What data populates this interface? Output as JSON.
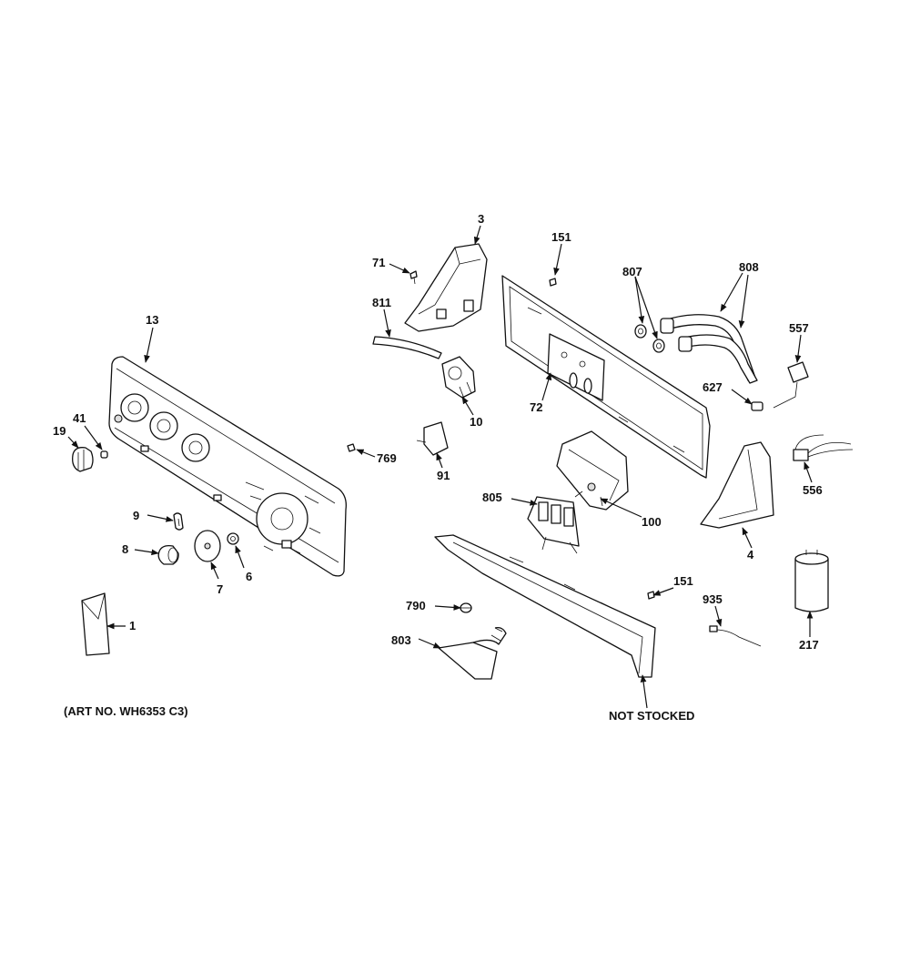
{
  "art_number": "(ART NO. WH6353 C3)",
  "not_stocked": "NOT STOCKED",
  "callouts": {
    "p1": "1",
    "p3": "3",
    "p4": "4",
    "p6": "6",
    "p7": "7",
    "p8": "8",
    "p9": "9",
    "p10": "10",
    "p13": "13",
    "p19": "19",
    "p41": "41",
    "p71": "71",
    "p72": "72",
    "p91": "91",
    "p100": "100",
    "p151a": "151",
    "p151b": "151",
    "p217": "217",
    "p556": "556",
    "p557": "557",
    "p627": "627",
    "p769": "769",
    "p790": "790",
    "p803": "803",
    "p805": "805",
    "p807": "807",
    "p808": "808",
    "p811": "811",
    "p935": "935"
  }
}
